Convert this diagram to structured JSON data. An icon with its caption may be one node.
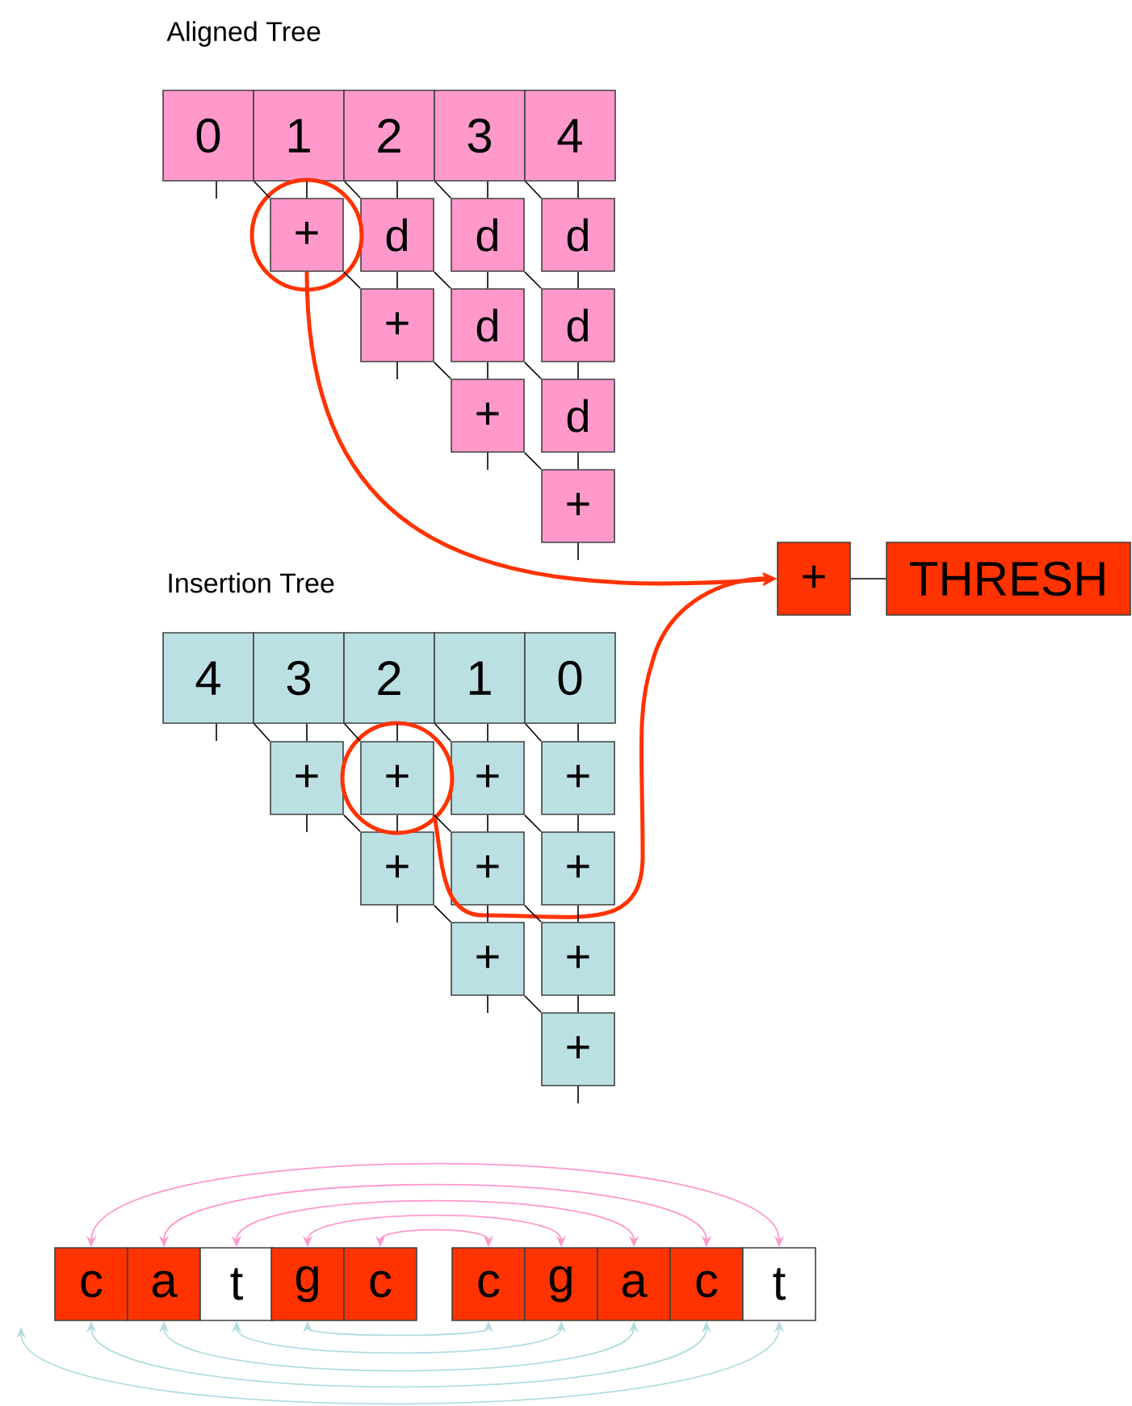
{
  "diagram": {
    "nodes": [
      {
        "text": [
          "0"
        ]
      },
      {
        "text": [
          "1"
        ]
      },
      {
        "text": [
          "2"
        ]
      },
      {
        "text": [
          "3"
        ]
      },
      {
        "text": [
          "4"
        ]
      },
      {
        "text": [
          "+"
        ]
      },
      {
        "text": [
          "d"
        ]
      },
      {
        "text": [
          "d"
        ]
      },
      {
        "text": [
          "d"
        ]
      },
      {
        "text": [
          "+"
        ]
      },
      {
        "text": [
          "d"
        ]
      },
      {
        "text": [
          "d"
        ]
      },
      {
        "text": [
          "+"
        ]
      },
      {
        "text": [
          "d"
        ]
      },
      {
        "text": [
          "+"
        ]
      },
      {
        "text": [
          "+"
        ]
      },
      {
        "text": [
          "THRESH"
        ]
      },
      {
        "text": [
          "4"
        ]
      },
      {
        "text": [
          "3"
        ]
      },
      {
        "text": [
          "2"
        ]
      },
      {
        "text": [
          "1"
        ]
      },
      {
        "text": [
          "0"
        ]
      },
      {
        "text": [
          "+"
        ]
      },
      {
        "text": [
          "+"
        ]
      },
      {
        "text": [
          "+"
        ]
      },
      {
        "text": [
          "+"
        ]
      },
      {
        "text": [
          "+"
        ]
      },
      {
        "text": [
          "+"
        ]
      },
      {
        "text": [
          "+"
        ]
      },
      {
        "text": [
          "+"
        ]
      },
      {
        "text": [
          "+"
        ]
      },
      {
        "text": [
          "+"
        ]
      },
      {
        "text": [
          "c"
        ]
      },
      {
        "text": [
          "a"
        ]
      },
      {
        "text": [
          "t"
        ]
      },
      {
        "text": [
          "g"
        ]
      },
      {
        "text": [
          "c"
        ]
      },
      {
        "text": [
          "c"
        ]
      },
      {
        "text": [
          "g"
        ]
      },
      {
        "text": [
          "a"
        ]
      },
      {
        "text": [
          "c"
        ]
      },
      {
        "text": [
          "t"
        ]
      }
    ],
    "edges": [
      {
        "from": 1,
        "to": 5,
        "arrow": "none"
      },
      {
        "from": 2,
        "to": 6,
        "arrow": "none"
      },
      {
        "from": 6,
        "to": 9,
        "arrow": "none"
      },
      {
        "from": 3,
        "to": 7,
        "arrow": "none"
      },
      {
        "from": 7,
        "to": 10,
        "arrow": "none"
      },
      {
        "from": 10,
        "to": 12,
        "arrow": "none"
      },
      {
        "from": 4,
        "to": 8,
        "arrow": "none"
      },
      {
        "from": 8,
        "to": 11,
        "arrow": "none"
      },
      {
        "from": 11,
        "to": 13,
        "arrow": "none"
      },
      {
        "from": 13,
        "to": 14,
        "arrow": "none"
      },
      {
        "from": 0,
        "to": 5,
        "arrow": "none"
      },
      {
        "from": 1,
        "to": 6,
        "arrow": "none"
      },
      {
        "from": 5,
        "to": 9,
        "arrow": "none"
      },
      {
        "from": 2,
        "to": 7,
        "arrow": "none"
      },
      {
        "from": 6,
        "to": 10,
        "arrow": "none"
      },
      {
        "from": 9,
        "to": 12,
        "arrow": "none"
      },
      {
        "from": 3,
        "to": 8,
        "arrow": "none"
      },
      {
        "from": 7,
        "to": 11,
        "arrow": "none"
      },
      {
        "from": 10,
        "to": 13,
        "arrow": "none"
      },
      {
        "from": 12,
        "to": 14,
        "arrow": "none"
      },
      {
        "from": 5,
        "to": 15,
        "arrow": "to",
        "style": "thick",
        "color": "#ff3300"
      },
      {
        "from": 23,
        "to": 15,
        "arrow": "to",
        "style": "thick",
        "color": "#ff3300"
      },
      {
        "from": 15,
        "to": 16,
        "arrow": "none"
      },
      {
        "from": 18,
        "to": 22,
        "arrow": "none"
      },
      {
        "from": 19,
        "to": 23,
        "arrow": "none"
      },
      {
        "from": 23,
        "to": 26,
        "arrow": "none"
      },
      {
        "from": 20,
        "to": 24,
        "arrow": "none"
      },
      {
        "from": 24,
        "to": 27,
        "arrow": "none"
      },
      {
        "from": 27,
        "to": 29,
        "arrow": "none"
      },
      {
        "from": 21,
        "to": 25,
        "arrow": "none"
      },
      {
        "from": 25,
        "to": 28,
        "arrow": "none"
      },
      {
        "from": 28,
        "to": 30,
        "arrow": "none"
      },
      {
        "from": 30,
        "to": 31,
        "arrow": "none"
      },
      {
        "from": 17,
        "to": 22,
        "arrow": "none"
      },
      {
        "from": 18,
        "to": 23,
        "arrow": "none"
      },
      {
        "from": 22,
        "to": 26,
        "arrow": "none"
      },
      {
        "from": 19,
        "to": 24,
        "arrow": "none"
      },
      {
        "from": 23,
        "to": 27,
        "arrow": "none"
      },
      {
        "from": 26,
        "to": 29,
        "arrow": "none"
      },
      {
        "from": 20,
        "to": 25,
        "arrow": "none"
      },
      {
        "from": 24,
        "to": 28,
        "arrow": "none"
      },
      {
        "from": 27,
        "to": 30,
        "arrow": "none"
      },
      {
        "from": 29,
        "to": 31,
        "arrow": "none"
      },
      {
        "from": 32,
        "to": 41,
        "arrow": "both",
        "color": "#ff99cc"
      },
      {
        "from": 33,
        "to": 40,
        "arrow": "both",
        "color": "#ff99cc"
      },
      {
        "from": 34,
        "to": 39,
        "arrow": "both",
        "color": "#ff99cc"
      },
      {
        "from": 35,
        "to": 38,
        "arrow": "both",
        "color": "#ff99cc"
      },
      {
        "from": 36,
        "to": 37,
        "arrow": "both",
        "color": "#ff99cc"
      },
      {
        "from": 35,
        "to": 37,
        "arrow": "both",
        "color": "#b3dde0"
      },
      {
        "from": 34,
        "to": 38,
        "arrow": "both",
        "color": "#b3dde0"
      },
      {
        "from": 33,
        "to": 39,
        "arrow": "both",
        "color": "#b3dde0"
      },
      {
        "from": 32,
        "to": 40,
        "arrow": "both",
        "color": "#b3dde0"
      },
      {
        "from": null,
        "to": 41,
        "arrow": "both",
        "color": "#b3dde0"
      }
    ],
    "labels": [
      "Aligned Tree",
      "Insertion Tree"
    ]
  }
}
